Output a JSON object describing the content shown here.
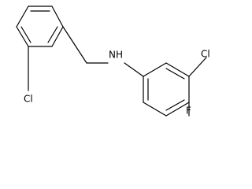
{
  "molecule": {
    "atoms": {
      "amine": "NH",
      "chloro_left": "Cl",
      "chloro_right": "Cl",
      "fluoro": "F"
    }
  }
}
